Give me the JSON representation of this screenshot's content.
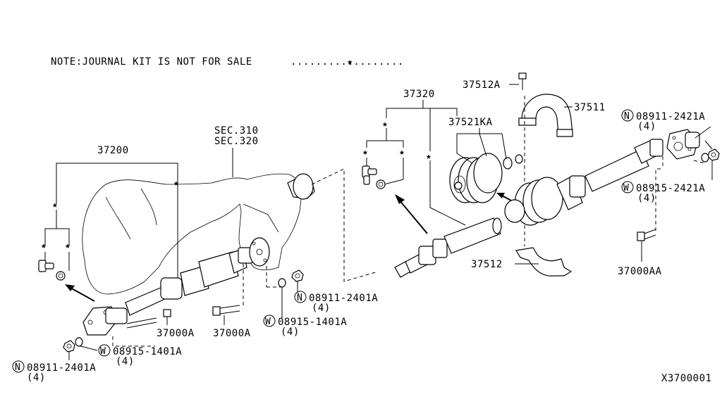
{
  "note": {
    "text": "NOTE:JOURNAL KIT IS NOT FOR SALE",
    "leader": "..................",
    "symbol": "★"
  },
  "labels": {
    "shaft_assy_front": "37200",
    "section_ref_1": "SEC.310",
    "section_ref_2": "SEC.320",
    "shaft_assy_rear": "37320",
    "center_bolt": "37512A",
    "bearing_bracket": "37511",
    "bearing_kit": "37521KA",
    "lower_bracket": "37512",
    "bolt_rear": "37000AA",
    "bolt_front_1": "37000A",
    "bolt_front_2": "37000A",
    "nut_front_left": "08911-2401A",
    "nut_front_left_qty": "(4)",
    "washer_front_left": "08915-1401A",
    "washer_front_left_qty": "(4)",
    "washer_mid": "08915-1401A",
    "washer_mid_qty": "(4)",
    "nut_mid": "08911-2401A",
    "nut_mid_qty": "(4)",
    "nut_rear": "08911-2421A",
    "nut_rear_qty": "(4)",
    "washer_rear": "08915-2421A",
    "washer_rear_qty": "(4)",
    "diagram_id": "X3700001"
  },
  "symbols": {
    "nut_marker": "N",
    "washer_marker": "W",
    "star": "★"
  }
}
